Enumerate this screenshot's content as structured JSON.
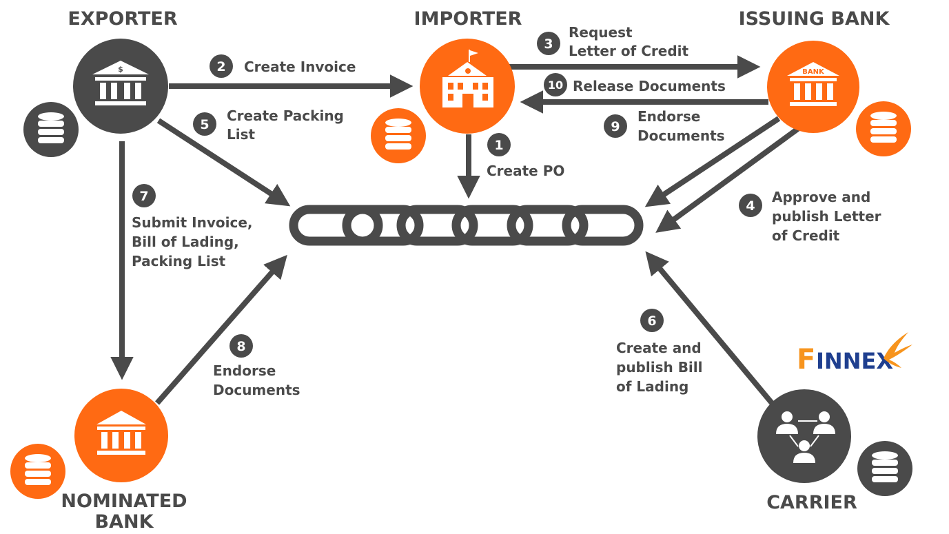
{
  "colors": {
    "dark": "#4a4a4a",
    "orange": "#ff6a13",
    "white": "#ffffff",
    "logo_orange": "#f7941d",
    "logo_blue": "#1f3f8f"
  },
  "parties": {
    "exporter": "EXPORTER",
    "importer": "IMPORTER",
    "issuing_bank": "ISSUING BANK",
    "nominated_bank_line1": "NOMINATED",
    "nominated_bank_line2": "BANK",
    "carrier": "CARRIER"
  },
  "icons": {
    "exporter": "bank-dollar-icon",
    "importer": "school-building-flag-icon",
    "issuing_bank": "bank-icon",
    "nominated_bank": "bank-icon",
    "carrier": "network-users-icon",
    "ledger": "database-icon",
    "center": "blockchain-chain-icon"
  },
  "bank_sign": "BANK",
  "exporter_symbol": "$",
  "steps": [
    {
      "num": "1",
      "lines": [
        "Create PO"
      ]
    },
    {
      "num": "2",
      "lines": [
        "Create Invoice"
      ]
    },
    {
      "num": "3",
      "lines": [
        "Request",
        "Letter of Credit"
      ]
    },
    {
      "num": "4",
      "lines": [
        "Approve and",
        "publish Letter",
        "of Credit"
      ]
    },
    {
      "num": "5",
      "lines": [
        "Create Packing",
        "List"
      ]
    },
    {
      "num": "6",
      "lines": [
        "Create and",
        "publish Bill",
        "of Lading"
      ]
    },
    {
      "num": "7",
      "lines": [
        "Submit Invoice,",
        "Bill of Lading,",
        "Packing List"
      ]
    },
    {
      "num": "8",
      "lines": [
        "Endorse",
        "Documents"
      ]
    },
    {
      "num": "9",
      "lines": [
        "Endorse",
        "Documents"
      ]
    },
    {
      "num": "10",
      "lines": [
        "Release Documents"
      ]
    }
  ],
  "logo": {
    "first": "F",
    "rest": "INNEX"
  }
}
